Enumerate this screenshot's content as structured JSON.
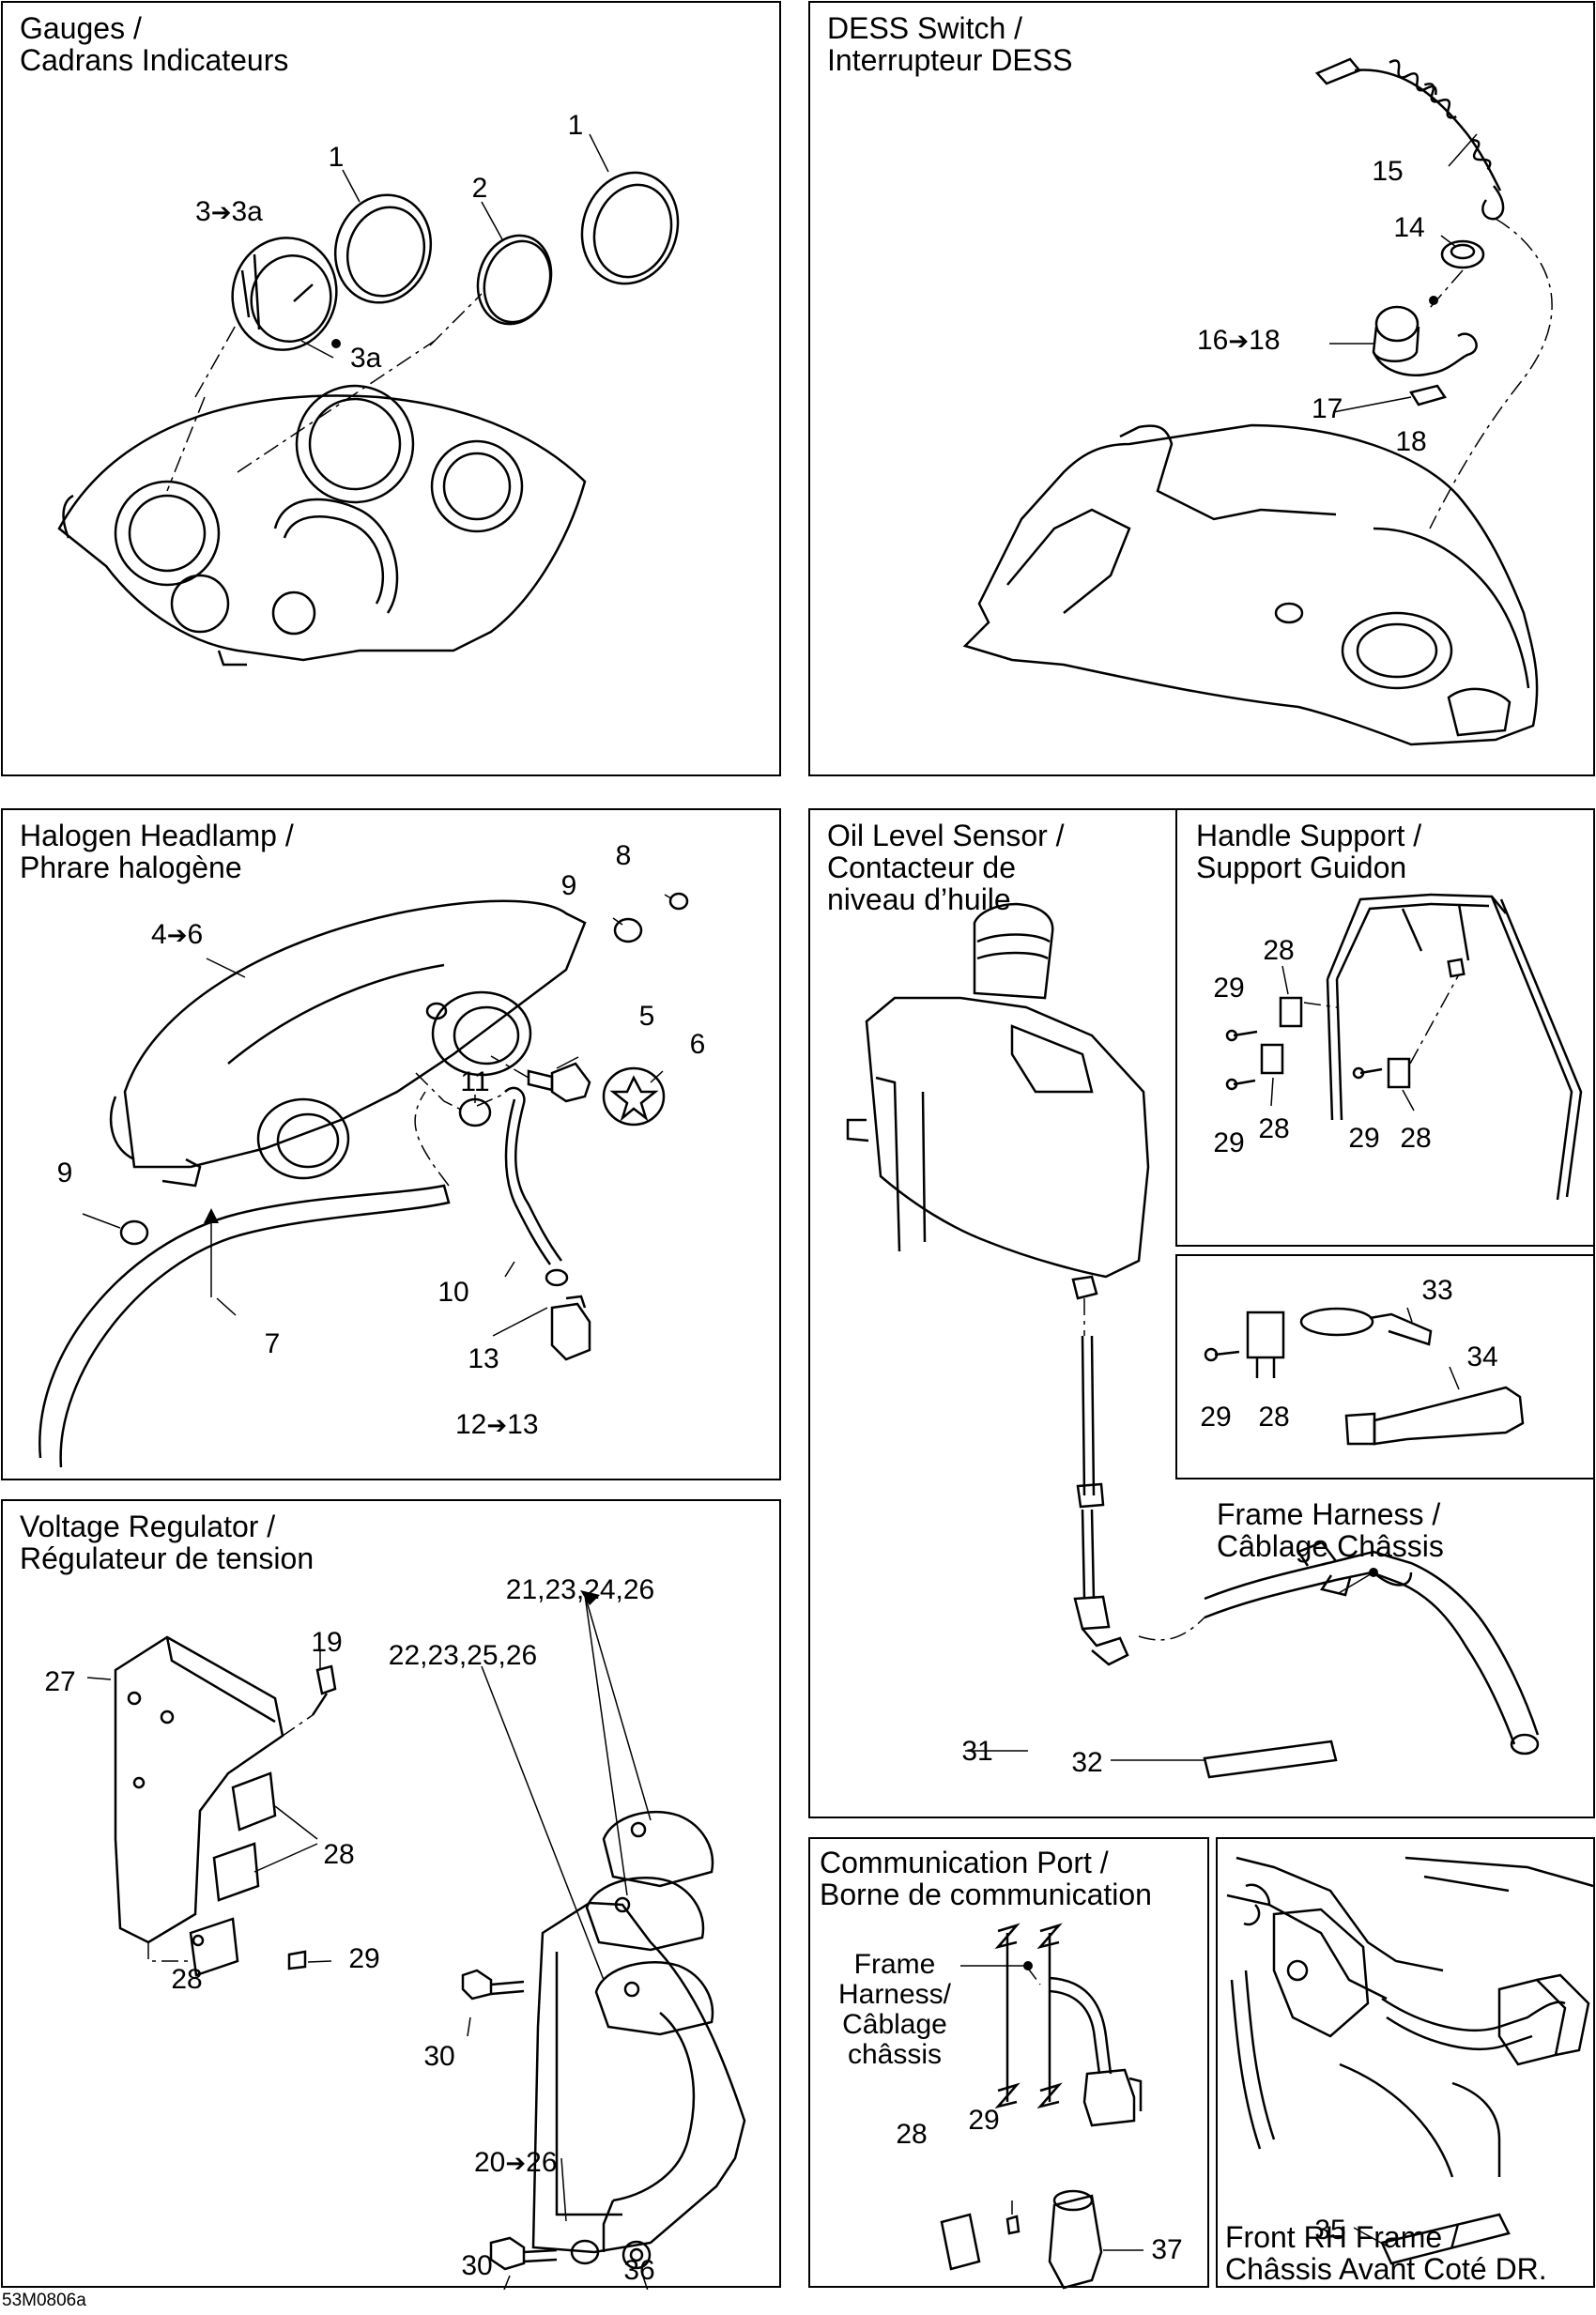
{
  "code": "53M0806a",
  "panels": {
    "gauges": {
      "title1": "Gauges /",
      "title2": "Cadrans Indicateurs",
      "labels": {
        "a": "1",
        "b": "1",
        "c": "2",
        "d": "3",
        "d_arrow": "➔",
        "d_tail": "3a",
        "e": "3a"
      }
    },
    "dess": {
      "title1": "DESS Switch /",
      "title2": "Interrupteur DESS",
      "labels": {
        "a": "15",
        "b": "14",
        "c": "16",
        "c_arrow": "➔",
        "c_tail": "18",
        "d": "17",
        "e": "18"
      }
    },
    "headlamp": {
      "title1": "Halogen Headlamp /",
      "title2": "Phrare halogène",
      "labels": {
        "a": "4",
        "a_arrow": "➔",
        "a_tail": "6",
        "b": "8",
        "c": "9",
        "d": "9",
        "e": "5",
        "f": "6",
        "g": "11",
        "h": "10",
        "i": "7",
        "j": "13",
        "k": "12",
        "k_arrow": "➔",
        "k_tail": "13"
      }
    },
    "oil": {
      "title1": "Oil Level Sensor /",
      "title2": "Contacteur de",
      "title3": "niveau d’huile",
      "labels": {
        "a": "31",
        "b": "32"
      }
    },
    "handle": {
      "title1": "Handle Support /",
      "title2": "Support Guidon",
      "labels": {
        "a": "28",
        "b": "29",
        "c": "29",
        "d": "28",
        "e": "29",
        "f": "28"
      }
    },
    "misc": {
      "labels": {
        "a": "33",
        "b": "34",
        "c": "29",
        "d": "28"
      }
    },
    "frame_harness": {
      "title1": "Frame Harness /",
      "title2": "Câblage Châssis"
    },
    "voltage": {
      "title1": "Voltage Regulator /",
      "title2": "Régulateur de tension",
      "labels": {
        "a": "21,23,24,26",
        "b": "22,23,25,26",
        "c": "19",
        "d": "27",
        "e": "28",
        "f": "29",
        "g": "28",
        "h": "30",
        "i": "20",
        "i_arrow": "➔",
        "i_tail": "26",
        "j": "30",
        "k": "36"
      }
    },
    "comm": {
      "title1": "Communication Port /",
      "title2": "Borne de communication",
      "side1": "Frame",
      "side2": "Harness/",
      "side3": "Câblage",
      "side4": "châssis",
      "labels": {
        "a": "28",
        "b": "29",
        "c": "37"
      }
    },
    "front": {
      "title1": "Front RH Frame  /",
      "title2": "Châssis Avant Coté DR.",
      "labels": {
        "a": "35"
      }
    }
  }
}
